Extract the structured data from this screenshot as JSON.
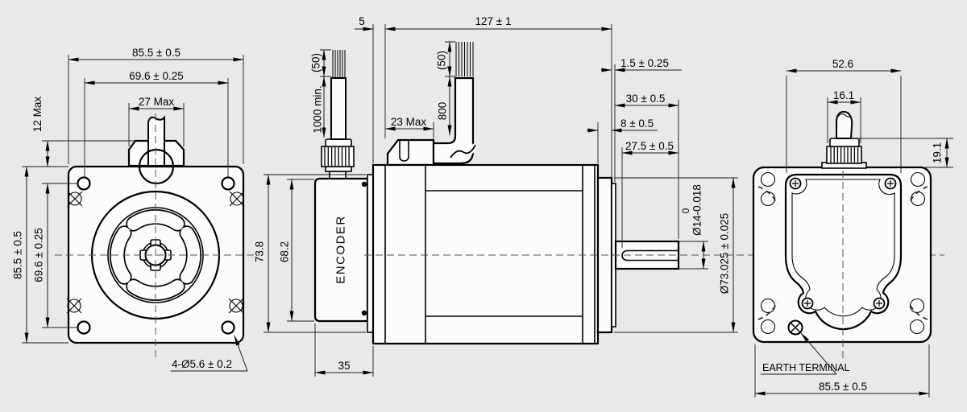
{
  "drawing": {
    "type": "motor-dimension-drawing",
    "colors": {
      "background": "#e9e9e9",
      "ink": "#000000",
      "fill": "#fcfcfc",
      "centerline": "#555555"
    },
    "views": {
      "front": {
        "dims": {
          "width_top": "85.5 ± 0.5",
          "bolt_spacing_top": "69.6 ± 0.25",
          "gland_width": "27 Max",
          "gland_height": "12 Max",
          "height_left": "85.5 ± 0.5",
          "bolt_spacing_left": "69.6 ± 0.25",
          "mounting_holes": "4-Ø5.6 ± 0.2"
        }
      },
      "side": {
        "labels": {
          "encoder": "ENCODER"
        },
        "dims": {
          "rear_cap": "5",
          "body_length": "127 ± 1",
          "encoder_cable_strip": "(50)",
          "encoder_cable_length": "1000 min.",
          "motor_cable_strip": "(50)",
          "motor_cable_length": "800",
          "terminal_box_width": "23 Max",
          "pilot_height": "1.5 ± 0.25",
          "shaft_length": "30 ± 0.5",
          "boss_length": "8 ± 0.5",
          "flat_length": "27.5 ± 0.5",
          "rear_plate_height": "73.8",
          "encoder_height": "68.2",
          "encoder_width": "35",
          "shaft_dia_upper_tol": "0",
          "shaft_dia": "Ø14-0.018",
          "pilot_dia": "Ø73.025 ± 0.025"
        }
      },
      "rear": {
        "labels": {
          "earth": "EARTH TERMINAL"
        },
        "dims": {
          "cover_width": "52.6",
          "gland_width": "16.1",
          "gland_height": "19.1",
          "width_bottom": "85.5 ± 0.5"
        }
      }
    }
  }
}
